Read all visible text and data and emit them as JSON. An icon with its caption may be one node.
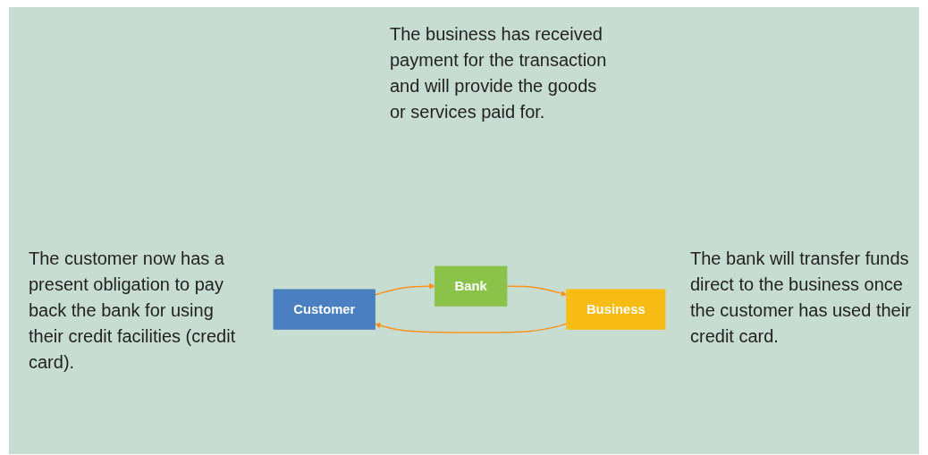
{
  "diagram": {
    "nodes": [
      {
        "text": [
          "Customer"
        ]
      },
      {
        "text": [
          "Business"
        ]
      },
      {
        "text": [
          "Bank"
        ]
      }
    ],
    "edges": [
      {
        "from": 1,
        "to": 0,
        "arrow": "to"
      },
      {
        "from": 0,
        "to": 2,
        "arrow": "to"
      },
      {
        "from": 2,
        "to": 1,
        "arrow": "to"
      }
    ],
    "labels": [
      "The business has received payment for the transaction and will provide the goods or services paid for.",
      "The customer now has a present obligation to pay back the bank for using their credit facilities (credit card).",
      "The bank will transfer funds direct to the business once the customer has used their credit card."
    ]
  }
}
